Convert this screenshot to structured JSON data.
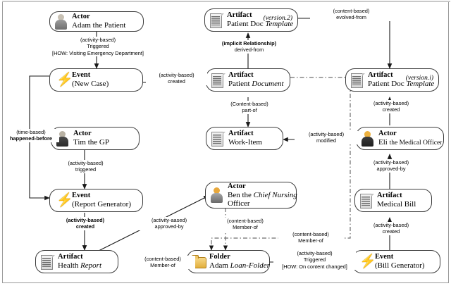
{
  "diagram": {
    "type": "provenance-graph",
    "background": "#ffffff",
    "frame_color": "#9a9a9a",
    "nodes": [
      {
        "id": "adam",
        "kind": "Actor",
        "kind_label": "Actor",
        "name": "Adam the Patient",
        "icon": "person-gray-icon",
        "version": ""
      },
      {
        "id": "tmpl2",
        "kind": "Artifact",
        "kind_label": "Artifact",
        "name": "Patient Doc Template",
        "icon": "document-icon",
        "version": "(version.2)"
      },
      {
        "id": "tmpli",
        "kind": "Artifact",
        "kind_label": "Artifact",
        "name": "Patient Doc Template",
        "icon": "document-icon",
        "version": "(version.i)"
      },
      {
        "id": "newcase",
        "kind": "Event",
        "kind_label": "Event",
        "name": "(New Case)",
        "icon": "lightning-icon",
        "version": ""
      },
      {
        "id": "patientdoc",
        "kind": "Artifact",
        "kind_label": "Artifact",
        "name": "Patient Document",
        "icon": "document-icon",
        "version": ""
      },
      {
        "id": "tim",
        "kind": "Actor",
        "kind_label": "Actor",
        "name": "Tim the GP",
        "icon": "person-dark-icon",
        "version": ""
      },
      {
        "id": "workitem",
        "kind": "Artifact",
        "kind_label": "Artifact",
        "name": "Work-Item",
        "icon": "document-icon",
        "version": ""
      },
      {
        "id": "eli",
        "kind": "Actor",
        "kind_label": "Actor",
        "name": "Eli the Medical Officer",
        "icon": "person-woman-icon",
        "version": ""
      },
      {
        "id": "reportgen",
        "kind": "Event",
        "kind_label": "Event",
        "name": "(Report Generator)",
        "icon": "lightning-icon",
        "version": ""
      },
      {
        "id": "ben",
        "kind": "Actor",
        "kind_label": "Actor",
        "name": "Ben the Chief Nursing Officer",
        "icon": "person-blonde-icon",
        "version": ""
      },
      {
        "id": "medbill",
        "kind": "Artifact",
        "kind_label": "Artifact",
        "name": "Medical Bill",
        "icon": "document-icon",
        "version": ""
      },
      {
        "id": "healthreport",
        "kind": "Artifact",
        "kind_label": "Artifact",
        "name": "Health Report",
        "icon": "document-icon",
        "version": ""
      },
      {
        "id": "folder",
        "kind": "Folder",
        "kind_label": "Folder",
        "name": "Adam Loan-Folder",
        "icon": "folder-icon",
        "version": ""
      },
      {
        "id": "billgen",
        "kind": "Event",
        "kind_label": "Event",
        "name": "(Bill Generator)",
        "icon": "lightning-icon",
        "version": ""
      }
    ],
    "edges": [
      {
        "id": "e1",
        "from": "adam",
        "to": "newcase",
        "cat": "(activity-based)",
        "rel": "Triggered",
        "extra": "[HOW: Visiting Emergency Department]",
        "style": "solid",
        "bold": false
      },
      {
        "id": "e2",
        "from": "patientdoc",
        "to": "tmpl2",
        "cat": "(implicit Relationship)",
        "rel": "derived-from",
        "extra": "",
        "style": "solid",
        "bold": true
      },
      {
        "id": "e3",
        "from": "tmpli",
        "to": "tmpl2",
        "cat": "(content-based)",
        "rel": "evolved-from",
        "extra": "",
        "style": "solid",
        "bold": false
      },
      {
        "id": "e4",
        "from": "newcase",
        "to": "patientdoc",
        "cat": "(activity-based)",
        "rel": "created",
        "extra": "",
        "style": "solid",
        "bold": false
      },
      {
        "id": "e5",
        "from": "patientdoc",
        "to": "workitem",
        "cat": "(Content-based)",
        "rel": "part-of",
        "extra": "",
        "style": "solid",
        "bold": false
      },
      {
        "id": "e6",
        "from": "newcase",
        "to": "reportgen",
        "cat": "(time-based)",
        "rel": "happened-before",
        "extra": "",
        "style": "solid",
        "bold": true
      },
      {
        "id": "e7",
        "from": "tim",
        "to": "reportgen",
        "cat": "(activity-based)",
        "rel": "triggered",
        "extra": "",
        "style": "solid",
        "bold": false
      },
      {
        "id": "e8",
        "from": "eli",
        "to": "workitem",
        "cat": "(activity-based)",
        "rel": "modified",
        "extra": "",
        "style": "solid",
        "bold": false
      },
      {
        "id": "e9",
        "from": "eli",
        "to": "tmpli",
        "cat": "(activity-based)",
        "rel": "created",
        "extra": "",
        "style": "solid",
        "bold": false
      },
      {
        "id": "e10",
        "from": "medbill",
        "to": "eli",
        "cat": "(activity-based)",
        "rel": "approved-by",
        "extra": "",
        "style": "solid",
        "bold": false
      },
      {
        "id": "e11",
        "from": "reportgen",
        "to": "healthreport",
        "cat": "(activity-based)",
        "rel": "created",
        "extra": "",
        "style": "solid",
        "bold": true
      },
      {
        "id": "e12",
        "from": "healthreport",
        "to": "ben",
        "cat": "(activity-aased)",
        "rel": "approved-by",
        "extra": "",
        "style": "solid",
        "bold": false
      },
      {
        "id": "e13",
        "from": "ben",
        "to": "folder",
        "cat": "(content-based)",
        "rel": "Member-of",
        "extra": "",
        "style": "dashdot",
        "bold": false
      },
      {
        "id": "e14",
        "from": "healthreport",
        "to": "folder",
        "cat": "(content-based)",
        "rel": "Member-of",
        "extra": "",
        "style": "dashdot",
        "bold": false
      },
      {
        "id": "e15",
        "from": "patientdoc",
        "to": "folder",
        "cat": "(content-based)",
        "rel": "Member-of",
        "extra": "",
        "style": "dashdot",
        "bold": false
      },
      {
        "id": "e16",
        "from": "folder",
        "to": "billgen",
        "cat": "(activity-based)",
        "rel": "Triggered",
        "extra": "[HOW: On content changed]",
        "style": "solid",
        "bold": false
      },
      {
        "id": "e17",
        "from": "billgen",
        "to": "medbill",
        "cat": "(activity-based)",
        "rel": "created",
        "extra": "",
        "style": "solid",
        "bold": false
      }
    ],
    "labels": {
      "l_adam_newcase_1": "(activity-based)",
      "l_adam_newcase_2": "Triggered",
      "l_adam_newcase_3": "[HOW: Visiting Emergency Department]",
      "l_derived_1": "(implicit Relationship)",
      "l_derived_2": "derived-from",
      "l_evolved_1": "(content-based)",
      "l_evolved_2": "evolved-from",
      "l_created_doc_1": "(activity-based)",
      "l_created_doc_2": "created",
      "l_partof_1": "(Content-based)",
      "l_partof_2": "part-of",
      "l_happened_1": "(time-based)",
      "l_happened_2": "happened-before",
      "l_tim_trig_1": "(activity-based)",
      "l_tim_trig_2": "triggered",
      "l_modified_1": "(activity-based)",
      "l_modified_2": "modified",
      "l_eli_created_1": "(activity-based)",
      "l_eli_created_2": "created",
      "l_approved_eli_1": "(activity-based)",
      "l_approved_eli_2": "approved-by",
      "l_report_created_1": "(activity-based)",
      "l_report_created_2": "created",
      "l_approved_ben_1": "(activity-aased)",
      "l_approved_ben_2": "approved-by",
      "l_ben_member_1": "(content-based)",
      "l_ben_member_2": "Member-of",
      "l_hr_member_1": "(content-based)",
      "l_hr_member_2": "Member-of",
      "l_doc_member_1": "(content-based)",
      "l_doc_member_2": "Member-of",
      "l_bill_trig_1": "(activity-based)",
      "l_bill_trig_2": "Triggered",
      "l_bill_trig_3": "[HOW: On content changed]",
      "l_bill_created_1": "(activity-based)",
      "l_bill_created_2": "created"
    },
    "node_text": {
      "adam": {
        "kind": "Actor",
        "name": "Adam the Patient",
        "version": ""
      },
      "tmpl2": {
        "kind": "Artifact",
        "name_a": "Patient Doc ",
        "name_b": "Template",
        "version": "(version.2)"
      },
      "tmpli": {
        "kind": "Artifact",
        "name_a": "Patient Doc ",
        "name_b": "Template",
        "version": "(version.i)"
      },
      "newcase": {
        "kind": "Event",
        "name": "(New Case)",
        "version": ""
      },
      "patientdoc": {
        "kind": "Artifact",
        "name_a": "Patient ",
        "name_b": "Document",
        "version": ""
      },
      "tim": {
        "kind": "Actor",
        "name": "Tim the GP",
        "version": ""
      },
      "workitem": {
        "kind": "Artifact",
        "name_b": "Work-Item",
        "version": ""
      },
      "eli": {
        "kind": "Actor",
        "name_a": "Eli ",
        "name_b": "the Medical Officer",
        "version": ""
      },
      "reportgen": {
        "kind": "Event",
        "name": "(Report Generator)",
        "version": ""
      },
      "ben": {
        "kind": "Actor",
        "name_a": "Ben the ",
        "name_b": "Chief Nursing",
        "name_c": "Officer",
        "version": ""
      },
      "medbill": {
        "kind": "Artifact",
        "name": "Medical Bill",
        "version": ""
      },
      "healthreport": {
        "kind": "Artifact",
        "name_a": "Health ",
        "name_b": "Report",
        "version": ""
      },
      "folder": {
        "kind": "Folder",
        "name_a": "Adam ",
        "name_b": "Loan-Folder",
        "version": ""
      },
      "billgen": {
        "kind": "Event",
        "name": "(Bill Generator)",
        "version": ""
      }
    }
  }
}
